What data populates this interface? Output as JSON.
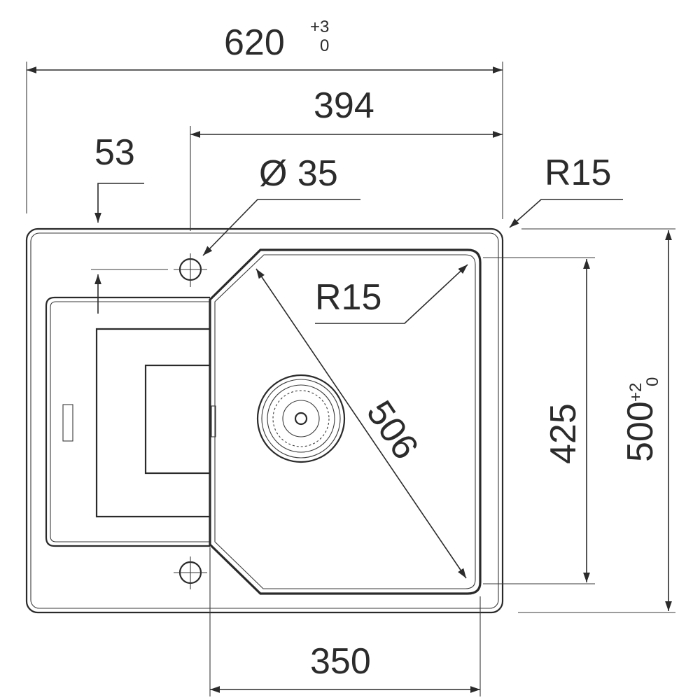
{
  "dimensions": {
    "overall_width": {
      "value": "620",
      "tol_upper": "+3",
      "tol_lower": "0"
    },
    "bowl_width_top": {
      "value": "394"
    },
    "offset": {
      "value": "53"
    },
    "tap_hole": {
      "value": "Ø 35"
    },
    "corner_radius_outer": {
      "value": "R15"
    },
    "corner_radius_bowl": {
      "value": "R15"
    },
    "diagonal": {
      "value": "506"
    },
    "bowl_height": {
      "value": "425"
    },
    "overall_height": {
      "value": "500",
      "tol_upper": "+2",
      "tol_lower": "0"
    },
    "bowl_width_bottom": {
      "value": "350"
    }
  }
}
